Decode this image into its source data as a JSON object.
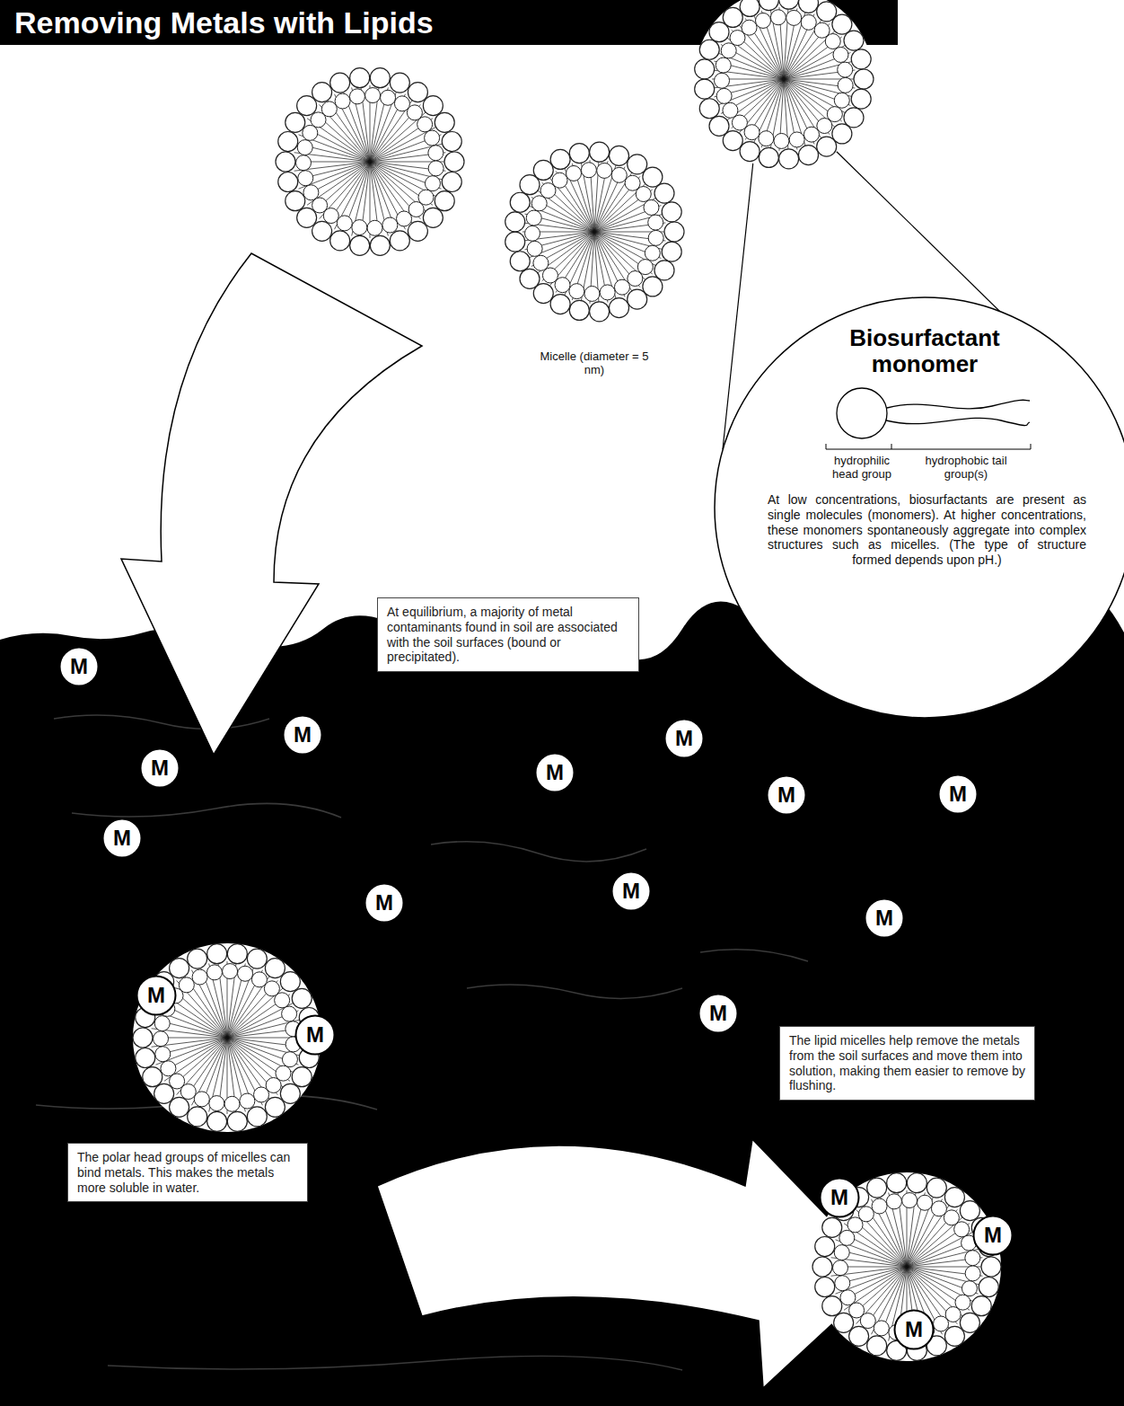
{
  "diagram": {
    "title": "Removing Metals with Lipids",
    "nodes": [
      {
        "text": [
          "Biosurfactant monomer",
          "At low concentrations, biosurfactants are present as single molecules (monomers). At higher concentrations, these monomers spontaneously aggregate into complex structures such as micelles. (The type of structure formed depends upon pH.)"
        ]
      },
      {
        "text": [
          "At equilibrium, a majority of metal contaminants found in soil are associated with the soil surfaces (bound or precipitated)."
        ]
      },
      {
        "text": [
          "M"
        ]
      },
      {
        "text": [
          "M"
        ]
      },
      {
        "text": [
          "M"
        ]
      },
      {
        "text": [
          "M"
        ]
      },
      {
        "text": [
          "M"
        ]
      },
      {
        "text": [
          "M"
        ]
      },
      {
        "text": [
          "M"
        ]
      },
      {
        "text": [
          "M"
        ]
      },
      {
        "text": [
          "M"
        ]
      },
      {
        "text": [
          "M"
        ]
      },
      {
        "text": [
          "M"
        ]
      },
      {
        "text": [
          "M"
        ]
      },
      {
        "text": [
          "M"
        ]
      },
      {
        "text": [
          "The lipid micelles help remove the metals from the soil surfaces and move them into solution, making them easier to remove by flushing."
        ]
      },
      {
        "text": [
          "M"
        ]
      },
      {
        "text": [
          "The polar head groups of micelles can bind metals. This makes the metals more soluble in water."
        ]
      },
      {
        "text": [
          "M"
        ]
      },
      {
        "text": [
          "M"
        ]
      },
      {
        "text": [
          "M"
        ]
      }
    ],
    "labels": [
      "Micelle (diameter = 5 nm)",
      "hydrophilic head group",
      "hydrophobic tail group(s)"
    ]
  }
}
